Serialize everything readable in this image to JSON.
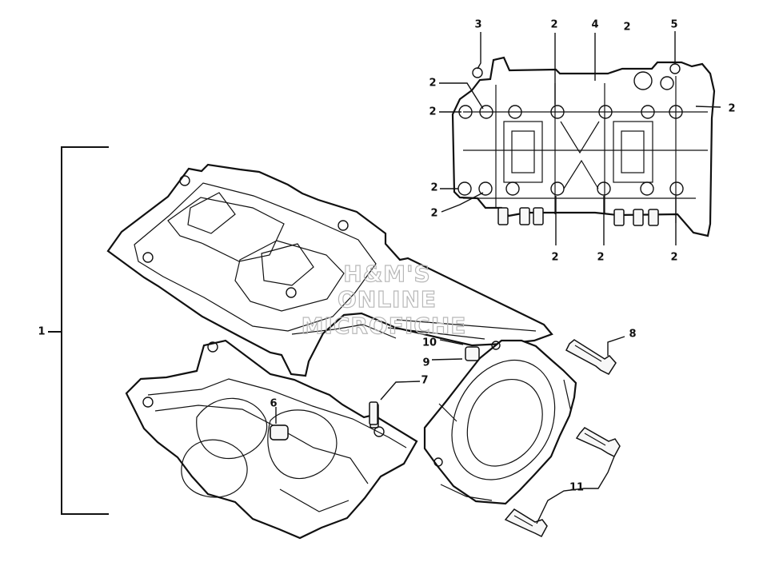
{
  "watermark": {
    "line1": "H&M'S",
    "line2": "ONLINE",
    "line3": "MICROFICHE"
  },
  "callouts": {
    "c1": "1",
    "c2a": "2",
    "c2b": "2",
    "c2c": "2",
    "c2d": "2",
    "c2e": "2",
    "c2f": "2",
    "c2g": "2",
    "c2h": "2",
    "c2i": "2",
    "c2j": "2",
    "c3": "3",
    "c4": "4",
    "c5": "5",
    "c6": "6",
    "c7": "7",
    "c8": "8",
    "c9": "9",
    "c10": "10",
    "c11": "11"
  }
}
